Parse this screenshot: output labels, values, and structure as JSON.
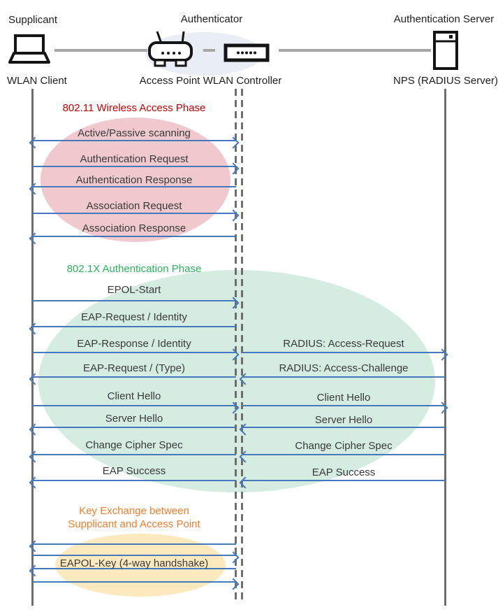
{
  "header": {
    "roles": [
      {
        "label": "Supplicant"
      },
      {
        "label": "Authenticator"
      },
      {
        "label": "Authentication Server"
      }
    ],
    "nodes": [
      {
        "label": "WLAN Client",
        "icon": "laptop-icon"
      },
      {
        "label": "Access Point",
        "icon": "access-point-icon"
      },
      {
        "label": "WLAN Controller",
        "icon": "wlan-controller-icon"
      },
      {
        "label": "NPS (RADIUS Server)",
        "icon": "server-icon"
      }
    ]
  },
  "phases": [
    {
      "title": "802.11 Wireless Access Phase",
      "title_color": "#C00000",
      "ellipse_color": "#F0C9CE",
      "messages": [
        {
          "label": "Active/Passive scanning",
          "direction": "both"
        },
        {
          "label": "Authentication Request",
          "direction": "right"
        },
        {
          "label": "Authentication Response",
          "direction": "left"
        },
        {
          "label": "Association Request",
          "direction": "right"
        },
        {
          "label": "Association Response",
          "direction": "left"
        }
      ]
    },
    {
      "title": "802.1X Authentication Phase",
      "title_color": "#2EB05C",
      "ellipse_color": "#D4EDE0",
      "left_messages": [
        {
          "label": "EPOL-Start",
          "direction": "right"
        },
        {
          "label": "EAP-Request / Identity",
          "direction": "left"
        },
        {
          "label": "EAP-Response / Identity",
          "direction": "right"
        },
        {
          "label": "EAP-Request / (Type)",
          "direction": "left"
        },
        {
          "label": "Client Hello",
          "direction": "right"
        },
        {
          "label": "Server Hello",
          "direction": "left"
        },
        {
          "label": "Change Cipher Spec",
          "direction": "left"
        },
        {
          "label": "EAP Success",
          "direction": "left"
        }
      ],
      "right_messages": [
        {
          "label": "RADIUS: Access-Request",
          "direction": "right"
        },
        {
          "label": "RADIUS: Access-Challenge",
          "direction": "left"
        },
        {
          "label": "Client Hello",
          "direction": "right"
        },
        {
          "label": "Server Hello",
          "direction": "left"
        },
        {
          "label": "Change Cipher Spec",
          "direction": "left"
        },
        {
          "label": "EAP Success",
          "direction": "left"
        }
      ]
    },
    {
      "title_line1": "Key Exchange between",
      "title_line2": "Supplicant and Access Point",
      "title_color": "#ED7D31",
      "ellipse_color": "#FCE9BE",
      "handshake_label": "EAPOL-Key (4-way handshake)",
      "arrows": [
        {
          "direction": "left"
        },
        {
          "direction": "right"
        },
        {
          "direction": "left"
        },
        {
          "direction": "right"
        }
      ]
    }
  ],
  "colors": {
    "arrow": "#4678BE",
    "lifeline": "#6E6E6E",
    "connector": "#A6A6A6",
    "label_text": "#3A3A3A",
    "node_text": "#1F1F1F",
    "phase1_title": "#C00000",
    "phase2_title": "#2EB05C",
    "phase3_title": "#ED7D31",
    "phase1_ellipse": "#F0C9CE",
    "phase2_ellipse": "#D4EDE0",
    "phase3_ellipse": "#FCE9BE",
    "authenticator_ellipse": "#E9EDF6"
  }
}
